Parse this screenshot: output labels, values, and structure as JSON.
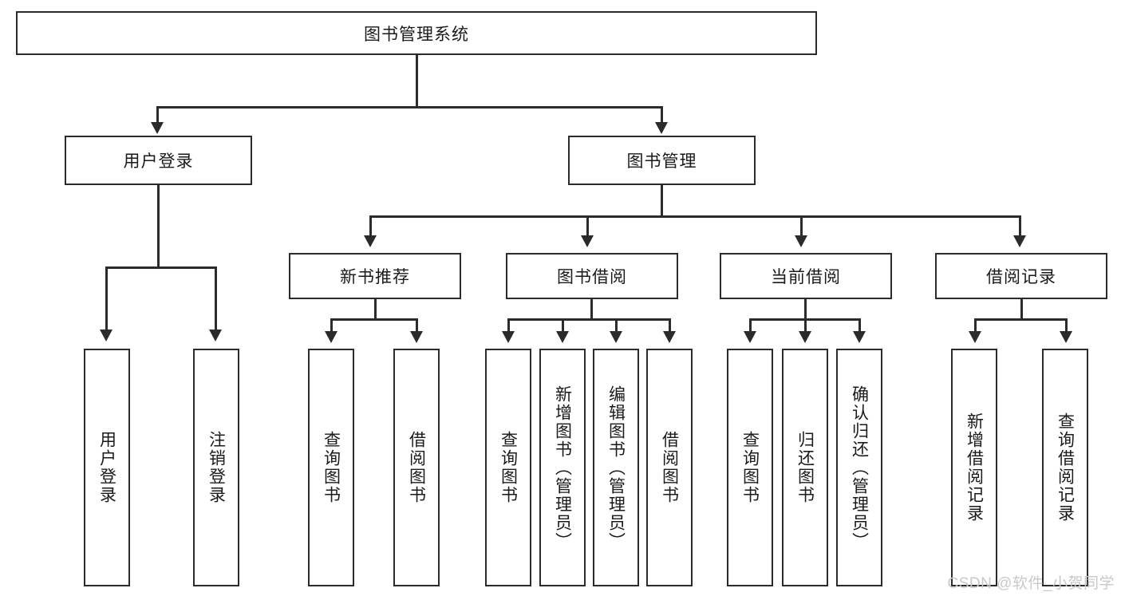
{
  "diagram": {
    "type": "tree-hierarchy",
    "title": "图书管理系统",
    "root": {
      "label": "图书管理系统"
    },
    "level2": [
      {
        "label": "用户登录"
      },
      {
        "label": "图书管理"
      }
    ],
    "level3": [
      {
        "label": "新书推荐"
      },
      {
        "label": "图书借阅"
      },
      {
        "label": "当前借阅"
      },
      {
        "label": "借阅记录"
      }
    ],
    "leaves": {
      "user_login": [
        {
          "label": "用户登录"
        },
        {
          "label": "注销登录"
        }
      ],
      "new_book_recommend": [
        {
          "label": "查询图书"
        },
        {
          "label": "借阅图书"
        }
      ],
      "book_borrow": [
        {
          "label": "查询图书"
        },
        {
          "label": "新增图书（管理员）"
        },
        {
          "label": "编辑图书（管理员）"
        },
        {
          "label": "借阅图书"
        }
      ],
      "current_borrow": [
        {
          "label": "查询图书"
        },
        {
          "label": "归还图书"
        },
        {
          "label": "确认归还（管理员）"
        }
      ],
      "borrow_record": [
        {
          "label": "新增借阅记录"
        },
        {
          "label": "查询借阅记录"
        }
      ]
    }
  },
  "watermark": {
    "text": "CSDN @软件_小贺同学"
  },
  "colors": {
    "stroke": "#2b2b2b",
    "fill": "#ffffff",
    "text": "#1a1a1a",
    "watermark": "#c9c9c9"
  }
}
